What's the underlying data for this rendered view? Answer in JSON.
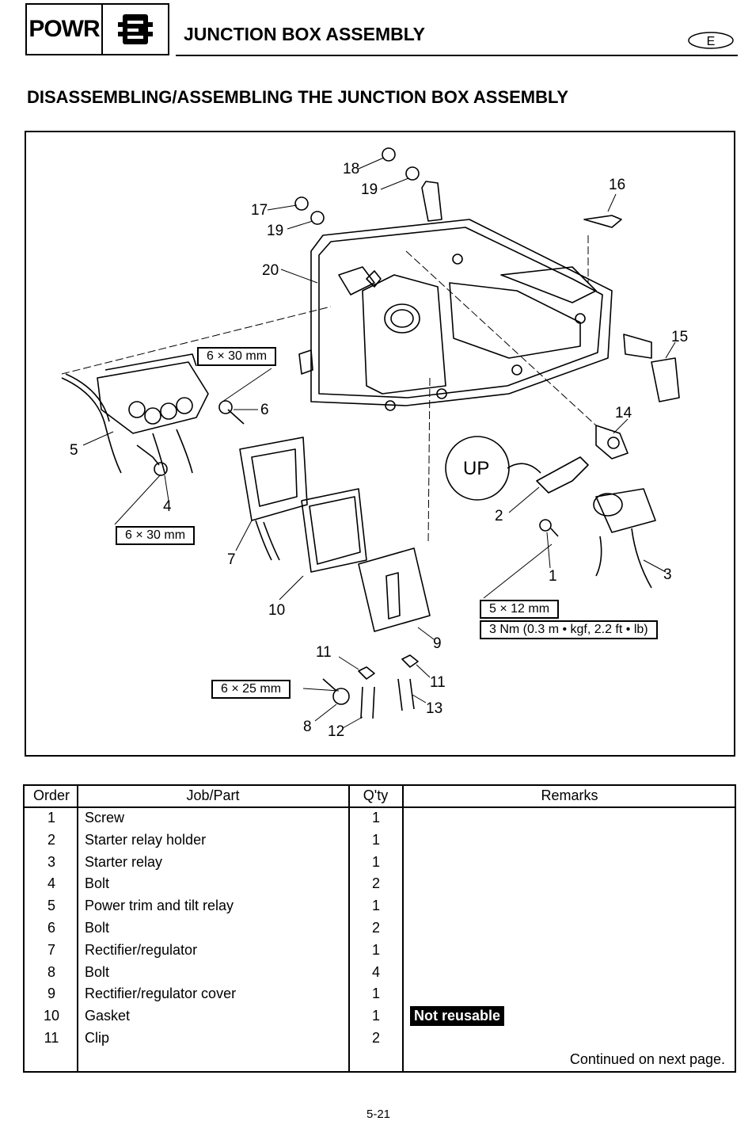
{
  "header": {
    "section_code": "POWR",
    "title": "JUNCTION BOX ASSEMBLY",
    "language": "E"
  },
  "section_title": "DISASSEMBLING/ASSEMBLING THE JUNCTION BOX ASSEMBLY",
  "diagram": {
    "callouts": [
      "18",
      "19",
      "17",
      "19",
      "20",
      "16",
      "15",
      "14",
      "6",
      "5",
      "4",
      "7",
      "10",
      "2",
      "1",
      "3",
      "9",
      "11",
      "11",
      "13",
      "8",
      "12"
    ],
    "up_label": "UP",
    "specs": {
      "bolt6": "6 × 30 mm",
      "bolt4": "6 × 30 mm",
      "bolt8": "6 × 25 mm",
      "screw1": "5 × 12 mm",
      "torque1": "3 Nm (0.3 m • kgf, 2.2 ft • lb)"
    }
  },
  "table": {
    "headers": {
      "order": "Order",
      "part": "Job/Part",
      "qty": "Q'ty",
      "remarks": "Remarks"
    },
    "rows": [
      {
        "order": "1",
        "part": "Screw",
        "qty": "1",
        "remark": ""
      },
      {
        "order": "2",
        "part": "Starter relay holder",
        "qty": "1",
        "remark": ""
      },
      {
        "order": "3",
        "part": "Starter relay",
        "qty": "1",
        "remark": ""
      },
      {
        "order": "4",
        "part": "Bolt",
        "qty": "2",
        "remark": ""
      },
      {
        "order": "5",
        "part": "Power trim and tilt relay",
        "qty": "1",
        "remark": ""
      },
      {
        "order": "6",
        "part": "Bolt",
        "qty": "2",
        "remark": ""
      },
      {
        "order": "7",
        "part": "Rectifier/regulator",
        "qty": "1",
        "remark": ""
      },
      {
        "order": "8",
        "part": "Bolt",
        "qty": "4",
        "remark": ""
      },
      {
        "order": "9",
        "part": "Rectifier/regulator cover",
        "qty": "1",
        "remark": ""
      },
      {
        "order": "10",
        "part": "Gasket",
        "qty": "1",
        "remark": "Not reusable"
      },
      {
        "order": "11",
        "part": "Clip",
        "qty": "2",
        "remark": ""
      }
    ],
    "continued": "Continued on next page."
  },
  "page_number": "5-21"
}
